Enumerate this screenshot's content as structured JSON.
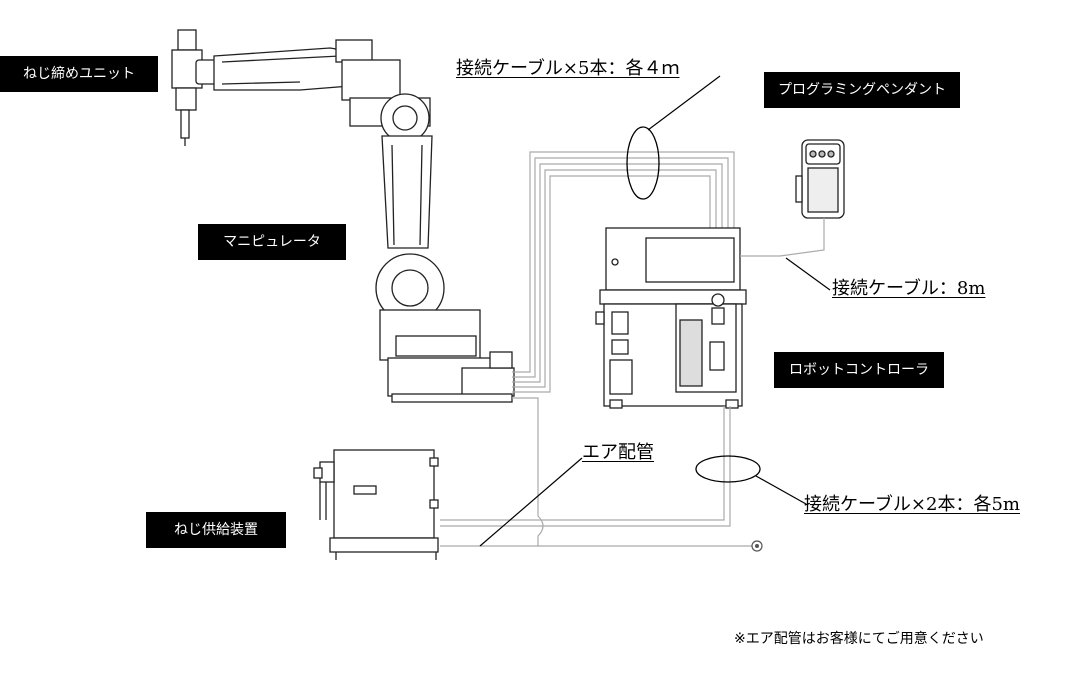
{
  "labels": {
    "screw_unit": "ねじ締めユニット",
    "manipulator": "マニピュレータ",
    "programming_pendant": "プログラミングペンダント",
    "robot_controller": "ロボットコントローラ",
    "screw_feeder": "ねじ供給装置"
  },
  "callouts": {
    "cable_5": "接続ケーブル×5本：各４ｍ",
    "cable_pendant": "接続ケーブル：8m",
    "air_piping": "エア配管",
    "cable_2": "接続ケーブル×2本：各5m"
  },
  "note": "※エア配管はお客様にてご用意ください"
}
